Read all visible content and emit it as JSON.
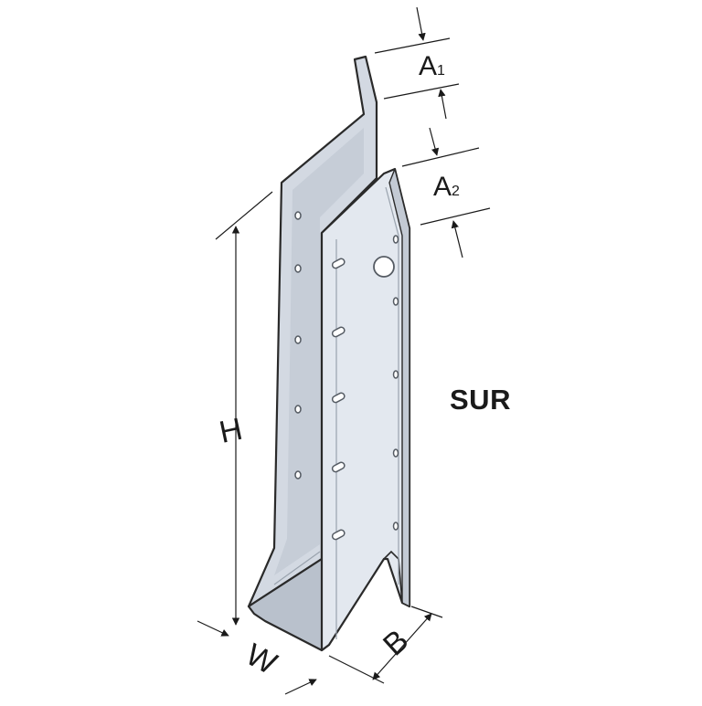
{
  "diagram": {
    "model": "SUR",
    "dimensions": {
      "a1": {
        "letter": "A",
        "sub": "1"
      },
      "a2": {
        "letter": "A",
        "sub": "2"
      },
      "h": {
        "letter": "H"
      },
      "w": {
        "letter": "W"
      },
      "b": {
        "letter": "B"
      }
    }
  },
  "colors": {
    "metal_light": "#dfe4ec",
    "metal_mid": "#c9d0da",
    "metal_dark": "#aab3bf",
    "outline": "#2a2a2a",
    "hole": "#555b63"
  }
}
